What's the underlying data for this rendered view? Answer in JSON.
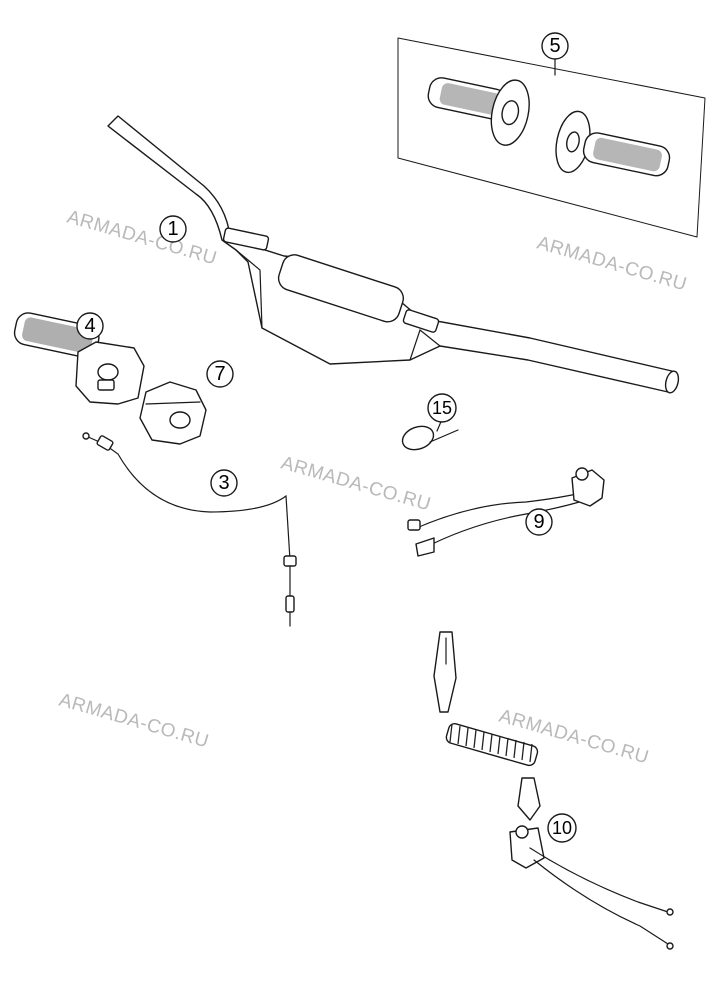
{
  "watermarks": [
    "ARMADA-CO.RU",
    "ARMADA-CO.RU",
    "ARMADA-CO.RU",
    "ARMADA-CO.RU",
    "ARMADA-CO.RU"
  ],
  "callouts": [
    {
      "id": "1",
      "label": "1",
      "part": "handlebar"
    },
    {
      "id": "3",
      "label": "3",
      "part": "throttle-cable"
    },
    {
      "id": "4",
      "label": "4",
      "part": "throttle-grip-assembly"
    },
    {
      "id": "5",
      "label": "5",
      "part": "grip-set"
    },
    {
      "id": "7",
      "label": "7",
      "part": "throttle-housing-cover"
    },
    {
      "id": "9",
      "label": "9",
      "part": "kill-switch"
    },
    {
      "id": "10",
      "label": "10",
      "part": "emergency-stop-switch"
    },
    {
      "id": "15",
      "label": "15",
      "part": "cable-tie"
    }
  ]
}
